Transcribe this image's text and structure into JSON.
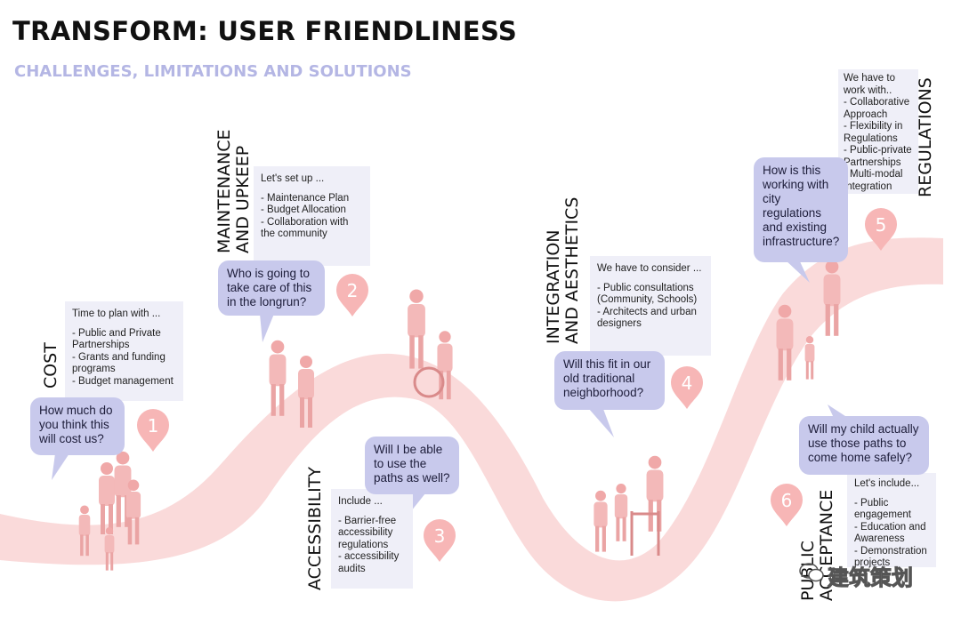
{
  "header": {
    "title": "TRANSFORM: USER FRIENDLINESS",
    "subtitle": "CHALLENGES, LIMITATIONS AND SOLUTIONS"
  },
  "colors": {
    "road": "#f9d3d3",
    "marker": "#f7b6b6",
    "bubble": "#c8c9ec",
    "note": "#efeff8",
    "subtitle": "#b4b6e4"
  },
  "stages": [
    {
      "number": "1",
      "label": "COST",
      "question": "How much do\nyou think this\nwill cost us?",
      "note_head": "Time to plan with ...",
      "note_items": [
        "- Public and Private Partnerships",
        "- Grants and funding programs",
        "- Budget management"
      ]
    },
    {
      "number": "2",
      "label": "MAINTENANCE\nAND UPKEEP",
      "question": "Who is going to\ntake care of this\nin the longrun?",
      "note_head": "Let's set up ...",
      "note_items": [
        "- Maintenance Plan",
        "- Budget Allocation",
        "- Collaboration with the community"
      ]
    },
    {
      "number": "3",
      "label": "ACCESSIBILITY",
      "question": "Will I be able\nto use the\npaths as well?",
      "note_head": "Include ...",
      "note_items": [
        "- Barrier-free accessibility regulations",
        "- accessibility audits"
      ]
    },
    {
      "number": "4",
      "label": "INTEGRATION\nAND AESTHETICS",
      "question": "Will this fit in our\nold traditional\nneighborhood?",
      "note_head": "We have to consider ...",
      "note_items": [
        "- Public consultations (Community, Schools)",
        "- Architects and urban designers"
      ]
    },
    {
      "number": "5",
      "label": "REGULATIONS",
      "question": "How is this\nworking with\ncity\nregulations\nand existing\ninfrastructure?",
      "note_head": "We have to work with..",
      "note_items": [
        "- Collaborative Approach",
        "- Flexibility in Regulations",
        "- Public-private Partnerships",
        "- Multi-modal Integration"
      ]
    },
    {
      "number": "6",
      "label": "PUBLIC\nACCEPTANCE",
      "question": "Will my child actually\nuse those paths to\ncome home safely?",
      "note_head": "Let's include...",
      "note_items": [
        "- Public engagement",
        "- Education and Awareness",
        "- Demonstration projects"
      ]
    }
  ],
  "watermark": "建筑策划"
}
